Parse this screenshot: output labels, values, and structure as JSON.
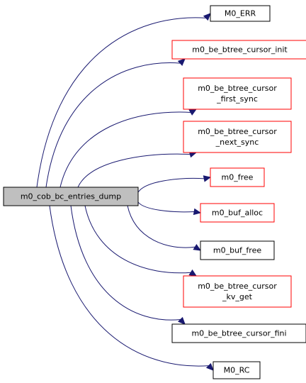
{
  "colors": {
    "edge": "#191970",
    "root_fill": "#bfbfbf",
    "root_border": "#000000",
    "link_border_red": "#ff0000",
    "link_border_black": "#000000",
    "node_fill": "#ffffff"
  },
  "graph": {
    "root": {
      "id": "root",
      "lines": [
        "m0_cob_bc_entries_dump"
      ]
    },
    "callees": [
      {
        "id": "c1",
        "lines": [
          "M0_ERR"
        ],
        "border": "black"
      },
      {
        "id": "c2",
        "lines": [
          "m0_be_btree_cursor_init"
        ],
        "border": "red"
      },
      {
        "id": "c3",
        "lines": [
          "m0_be_btree_cursor",
          "_first_sync"
        ],
        "border": "red"
      },
      {
        "id": "c4",
        "lines": [
          "m0_be_btree_cursor",
          "_next_sync"
        ],
        "border": "red"
      },
      {
        "id": "c5",
        "lines": [
          "m0_free"
        ],
        "border": "red"
      },
      {
        "id": "c6",
        "lines": [
          "m0_buf_alloc"
        ],
        "border": "red"
      },
      {
        "id": "c7",
        "lines": [
          "m0_buf_free"
        ],
        "border": "black"
      },
      {
        "id": "c8",
        "lines": [
          "m0_be_btree_cursor",
          "_kv_get"
        ],
        "border": "red"
      },
      {
        "id": "c9",
        "lines": [
          "m0_be_btree_cursor_fini"
        ],
        "border": "black"
      },
      {
        "id": "c10",
        "lines": [
          "M0_RC"
        ],
        "border": "black"
      }
    ]
  }
}
